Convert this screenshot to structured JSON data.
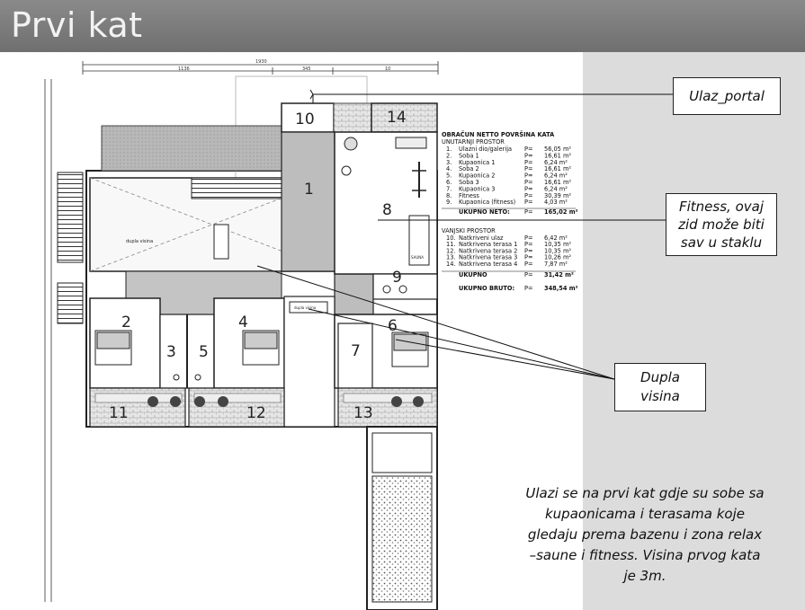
{
  "header": {
    "title": "Prvi kat"
  },
  "plan": {
    "dims": {
      "total": "1930",
      "d1": "1136",
      "d2": "345",
      "d3": "10"
    },
    "room_numbers": [
      "1",
      "2",
      "3",
      "4",
      "5",
      "6",
      "7",
      "8",
      "9",
      "10",
      "11",
      "12",
      "13",
      "14"
    ],
    "hall_label": "dupla visina",
    "landing_label": "dupla visina",
    "sauna_label": "SAUNA"
  },
  "area_table": {
    "title": "OBRAČUN NETTO POVRŠINA KATA",
    "inner_heading": "UNUTARNJI PROSTOR",
    "inner_rows": [
      {
        "no": "1.",
        "name": "Ulazni dio/galerija",
        "p": "P=",
        "value": "56,05 m²"
      },
      {
        "no": "2.",
        "name": "Soba 1",
        "p": "P=",
        "value": "16,61 m²"
      },
      {
        "no": "3.",
        "name": "Kupaonica 1",
        "p": "P=",
        "value": "6,24 m²"
      },
      {
        "no": "4.",
        "name": "Soba 2",
        "p": "P=",
        "value": "16,61 m²"
      },
      {
        "no": "5.",
        "name": "Kupaonica 2",
        "p": "P=",
        "value": "6,24 m²"
      },
      {
        "no": "6.",
        "name": "Soba 3",
        "p": "P=",
        "value": "16,61 m²"
      },
      {
        "no": "7.",
        "name": "Kupaonica 3",
        "p": "P=",
        "value": "6,24 m²"
      },
      {
        "no": "8.",
        "name": "Fitness",
        "p": "P=",
        "value": "30,39 m²"
      },
      {
        "no": "9.",
        "name": "Kupaonica (fitness)",
        "p": "P=",
        "value": "4,03 m²"
      }
    ],
    "inner_total": {
      "label": "UKUPNO NETO:",
      "p": "P=",
      "value": "165,02 m²"
    },
    "outer_heading": "VANJSKI PROSTOR",
    "outer_rows": [
      {
        "no": "10.",
        "name": "Natkriveni ulaz",
        "p": "P=",
        "value": "6,42 m²"
      },
      {
        "no": "11.",
        "name": "Natkrivena terasa 1",
        "p": "P=",
        "value": "10,35 m²"
      },
      {
        "no": "12.",
        "name": "Natkrivena terasa 2",
        "p": "P=",
        "value": "10,35 m²"
      },
      {
        "no": "13.",
        "name": "Natkrivena terasa 3",
        "p": "P=",
        "value": "10,26 m²"
      },
      {
        "no": "14.",
        "name": "Natkrivena terasa 4",
        "p": "P=",
        "value": "7,87 m²"
      }
    ],
    "outer_total": {
      "label": "UKUPNO",
      "p": "P=",
      "value": "31,42 m²"
    },
    "gross_total": {
      "label": "UKUPNO BRUTO:",
      "p": "P=",
      "value": "348,54 m²"
    }
  },
  "callouts": {
    "entrance": "Ulaz_portal",
    "fitness_line1": "Fitness, ovaj",
    "fitness_line2": "zid može biti",
    "fitness_line3": "sav u staklu",
    "double_line1": "Dupla",
    "double_line2": "visina"
  },
  "description": {
    "line1": "Ulazi se na prvi kat gdje su sobe sa",
    "line2": "kupaonicama i terasama koje",
    "line3": "gledaju prema bazenu i zona relax",
    "line4": "–saune i fitness. Visina prvog kata",
    "line5": "je 3m."
  }
}
